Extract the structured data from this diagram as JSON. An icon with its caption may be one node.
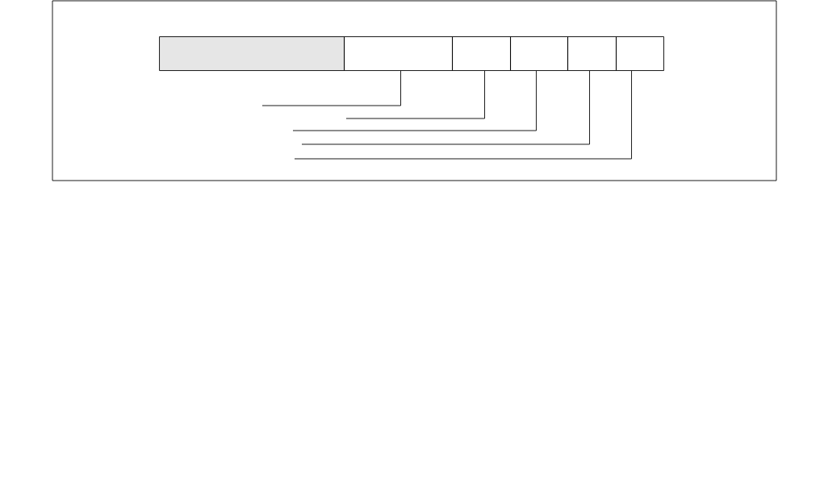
{
  "diagram": {
    "nodes": [
      {
        "text": [],
        "shape": "box"
      },
      {
        "text": [],
        "shape": "box",
        "in": 0
      },
      {
        "text": [],
        "shape": "box",
        "in": 0
      },
      {
        "text": [],
        "shape": "box",
        "in": 0
      },
      {
        "text": [],
        "shape": "box",
        "in": 0
      },
      {
        "text": [],
        "shape": "box",
        "in": 0
      },
      {
        "text": [],
        "shape": "box",
        "in": 0
      }
    ],
    "edges": [
      {
        "from": 2,
        "to": null,
        "arrow": "none"
      },
      {
        "from": 3,
        "to": null,
        "arrow": "none"
      },
      {
        "from": 4,
        "to": null,
        "arrow": "none"
      },
      {
        "from": 5,
        "to": null,
        "arrow": "none"
      },
      {
        "from": 6,
        "to": null,
        "arrow": "none"
      }
    ]
  }
}
